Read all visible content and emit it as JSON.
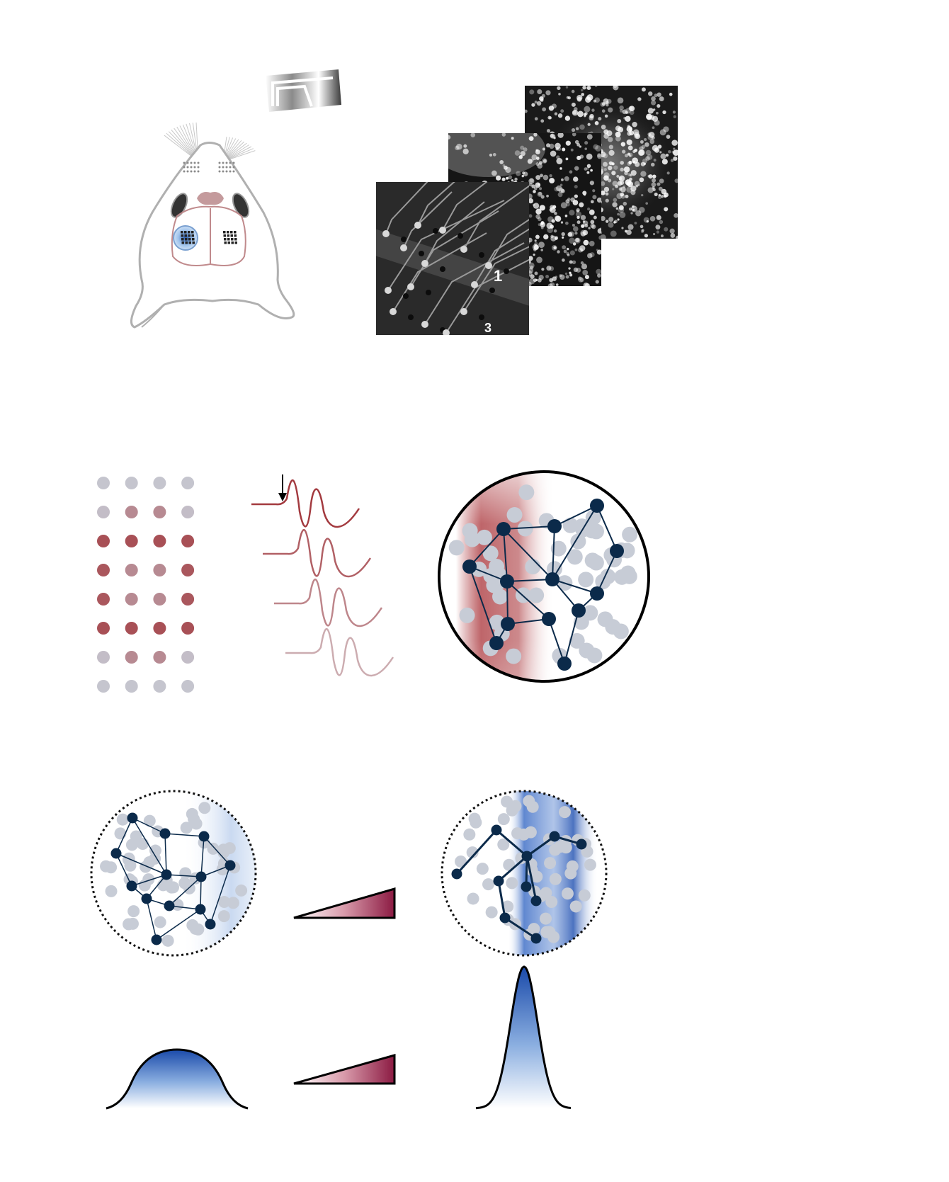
{
  "colors": {
    "red": "#a33a3f",
    "navy": "#0b2a4a",
    "gray_dot": "#c7ccd6",
    "blue": "#1f56b5",
    "wedge": "#8b1a42"
  },
  "images": {
    "electrode_labels": [
      "1",
      "3"
    ]
  },
  "dot_grid": {
    "cols": 4,
    "rows": [
      [
        0.05,
        0.05,
        0.05,
        0.05
      ],
      [
        0.1,
        0.45,
        0.45,
        0.1
      ],
      [
        0.85,
        0.85,
        0.85,
        0.85
      ],
      [
        0.8,
        0.45,
        0.45,
        0.8
      ],
      [
        0.8,
        0.45,
        0.45,
        0.8
      ],
      [
        0.85,
        0.85,
        0.85,
        0.85
      ],
      [
        0.1,
        0.45,
        0.45,
        0.1
      ],
      [
        0.05,
        0.05,
        0.05,
        0.05
      ]
    ]
  },
  "traces": {
    "count": 4,
    "intensities": [
      1.0,
      0.75,
      0.5,
      0.25
    ]
  },
  "icons": [
    "mouse-head-icon",
    "visual-stimulus-icon",
    "down-arrow-icon",
    "ramp-icon",
    "gaussian-icon"
  ]
}
